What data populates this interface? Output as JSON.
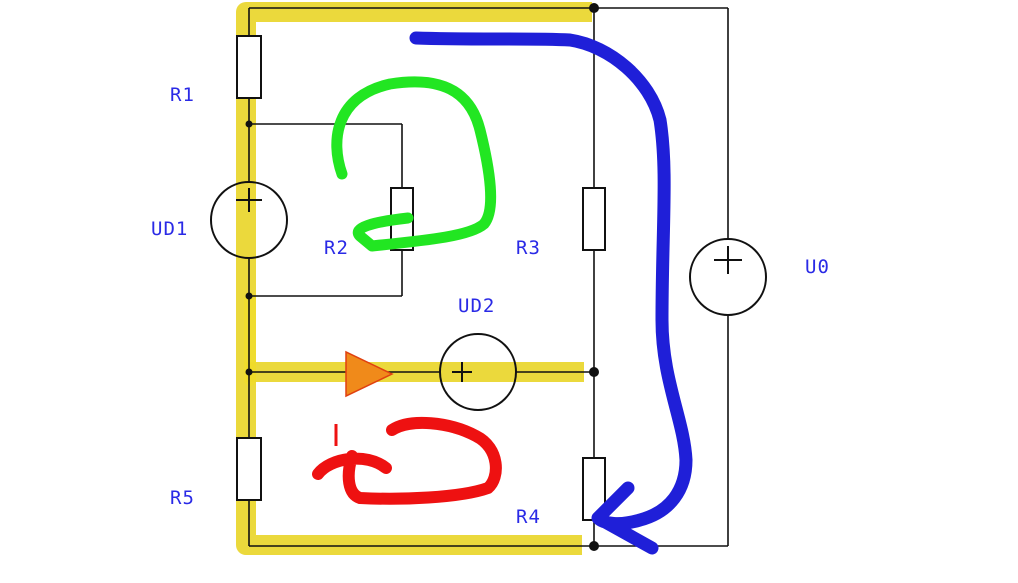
{
  "diagram": {
    "labels": {
      "r1": "R1",
      "r2": "R2",
      "r3": "R3",
      "r4": "R4",
      "r5": "R5",
      "ud1": "UD1",
      "ud2": "UD2",
      "u0": "U0"
    },
    "colors": {
      "label_text": "#2a2ae6",
      "wire": "#111111",
      "highlight_yellow": "#e8d21a",
      "loop_blue": "#1f1fd8",
      "loop_green": "#22e622",
      "loop_red": "#ee1111",
      "arrow_orange": "#f08a1a"
    },
    "symbols": {
      "source_sign": "+"
    }
  }
}
